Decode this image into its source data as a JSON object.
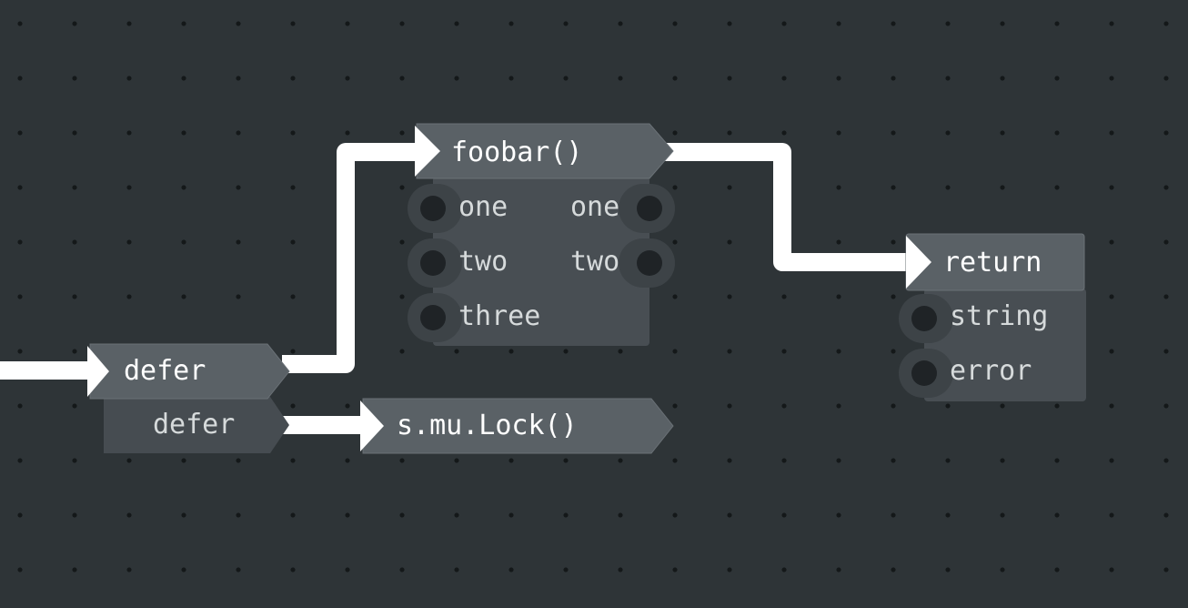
{
  "nodes": {
    "defer": {
      "title": "defer",
      "sub_label": "defer"
    },
    "lock": {
      "title": "s.mu.Lock()"
    },
    "foobar": {
      "title": "foobar()",
      "inputs": [
        "one",
        "two",
        "three"
      ],
      "outputs": [
        "one",
        "two"
      ]
    },
    "return": {
      "title": "return",
      "inputs": [
        "string",
        "error"
      ]
    }
  },
  "colors": {
    "background": "#2e3437",
    "grid_dot": "#141819",
    "node_header": "#5a6166",
    "node_body": "#484e53",
    "port_tab": "#3d4347",
    "port_hole": "#1f2326",
    "wire": "#ffffff",
    "title_text": "#ffffff",
    "port_text": "#d6dadb"
  }
}
